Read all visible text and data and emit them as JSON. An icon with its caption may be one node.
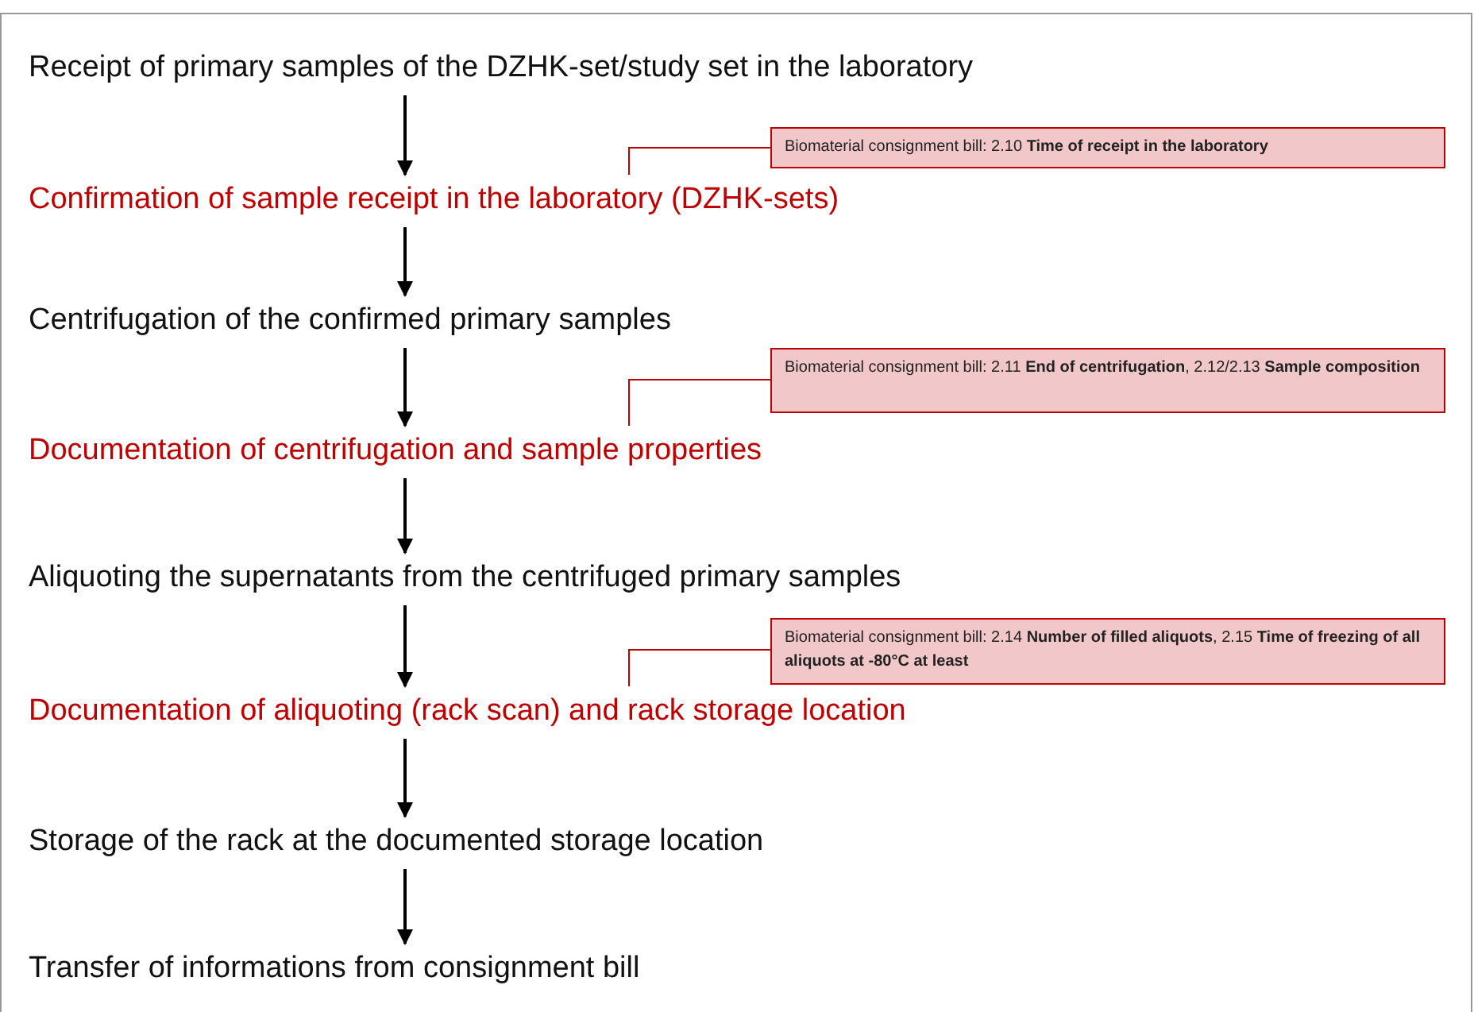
{
  "diagram": {
    "nodes": [
      {
        "text": [
          "Receipt of primary samples of the DZHK-set/study set in the laboratory"
        ]
      },
      {
        "text": [
          "Confirmation of sample receipt in the laboratory (DZHK-sets)"
        ]
      },
      {
        "text": [
          "Centrifugation of the confirmed primary samples"
        ]
      },
      {
        "text": [
          "Documentation of centrifugation and sample properties"
        ]
      },
      {
        "text": [
          "Aliquoting the supernatants from the centrifuged primary samples"
        ]
      },
      {
        "text": [
          "Documentation of aliquoting (rack scan) and rack storage location"
        ]
      },
      {
        "text": [
          "Storage of the rack at the documented storage location"
        ]
      },
      {
        "text": [
          "Transfer of informations from consignment bill"
        ]
      },
      {
        "text": [
          "Biomaterial consignment bill: 2.10 **Time of receipt in the laboratory**"
        ]
      },
      {
        "text": [
          "Biomaterial consignment bill: 2.11 **End of centrifugation**, 2.12/2.13 **Sample composition**"
        ]
      },
      {
        "text": [
          "Biomaterial consignment bill: 2.14 **Number of filled aliquots**, 2.15 **Time of freezing of all aliquots at -80°C at least**"
        ]
      }
    ],
    "edges": [
      {
        "from": 0,
        "to": 1,
        "arrow": "to"
      },
      {
        "from": 1,
        "to": 2,
        "arrow": "to"
      },
      {
        "from": 2,
        "to": 3,
        "arrow": "to"
      },
      {
        "from": 3,
        "to": 4,
        "arrow": "to"
      },
      {
        "from": 4,
        "to": 5,
        "arrow": "to"
      },
      {
        "from": 5,
        "to": 6,
        "arrow": "to"
      },
      {
        "from": 6,
        "to": 7,
        "arrow": "to"
      },
      {
        "from": 8,
        "to": 1,
        "arrow": "none",
        "color": "#c00000"
      },
      {
        "from": 9,
        "to": 3,
        "arrow": "none",
        "color": "#c00000"
      },
      {
        "from": 10,
        "to": 5,
        "arrow": "none",
        "color": "#c00000"
      }
    ]
  }
}
